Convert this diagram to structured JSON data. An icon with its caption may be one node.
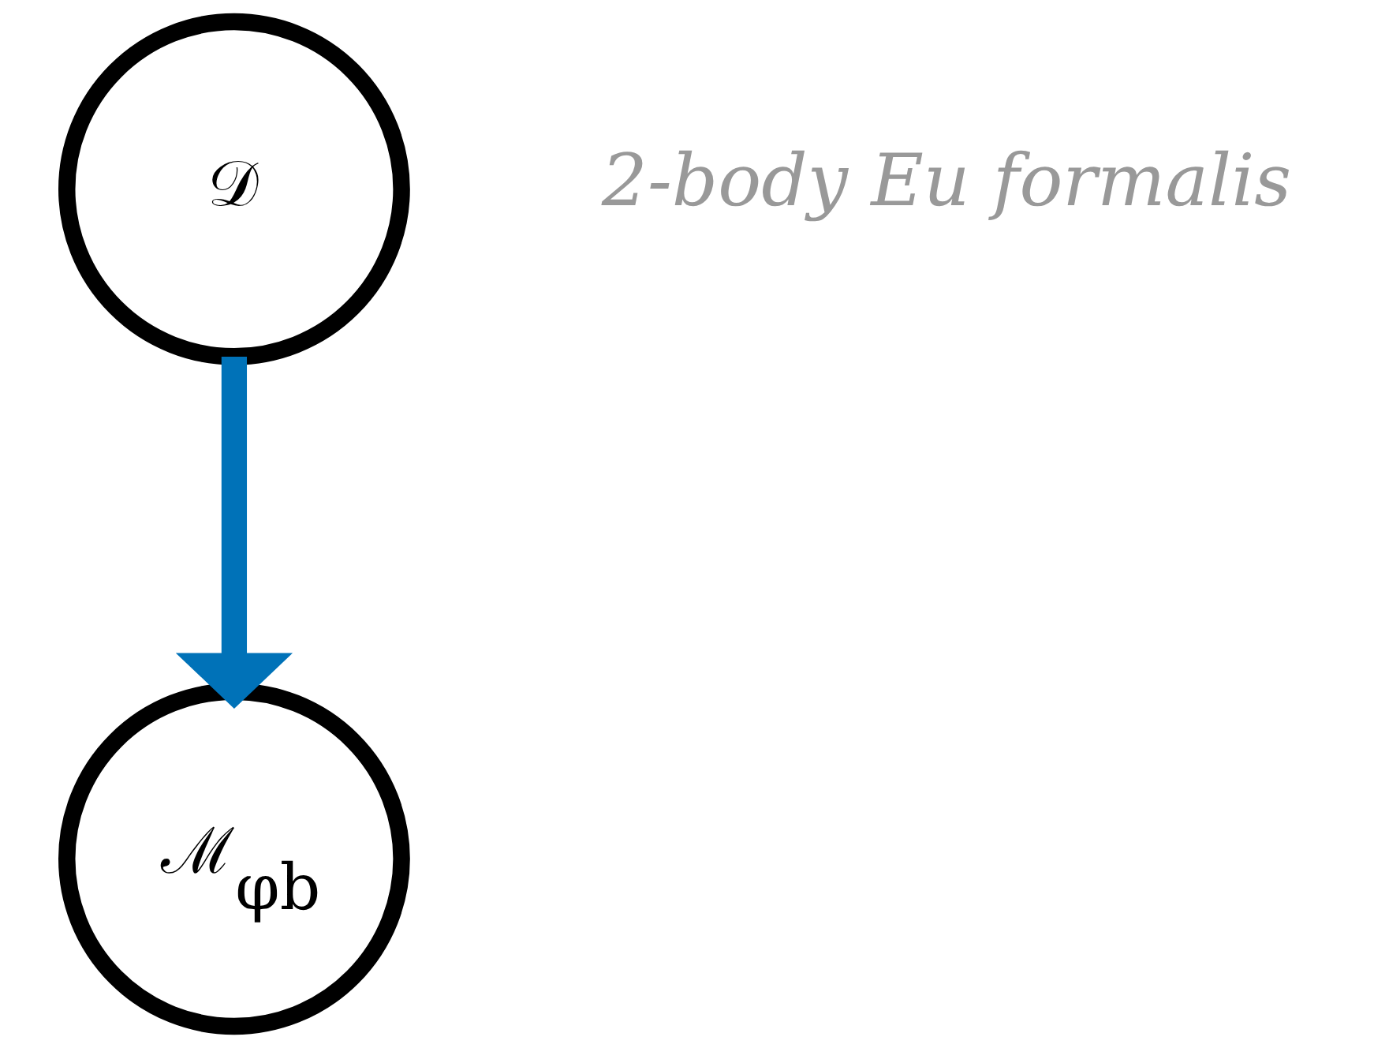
{
  "diagram": {
    "nodes": [
      {
        "text": [
          "𝒟"
        ]
      },
      {
        "text": [
          "ℳ$_{φb}$"
        ]
      }
    ],
    "edges": [
      {
        "from": 0,
        "to": 1,
        "arrow": "to",
        "color": "#0072b8"
      }
    ],
    "labels": [
      "2-body Eu formalis"
    ]
  }
}
